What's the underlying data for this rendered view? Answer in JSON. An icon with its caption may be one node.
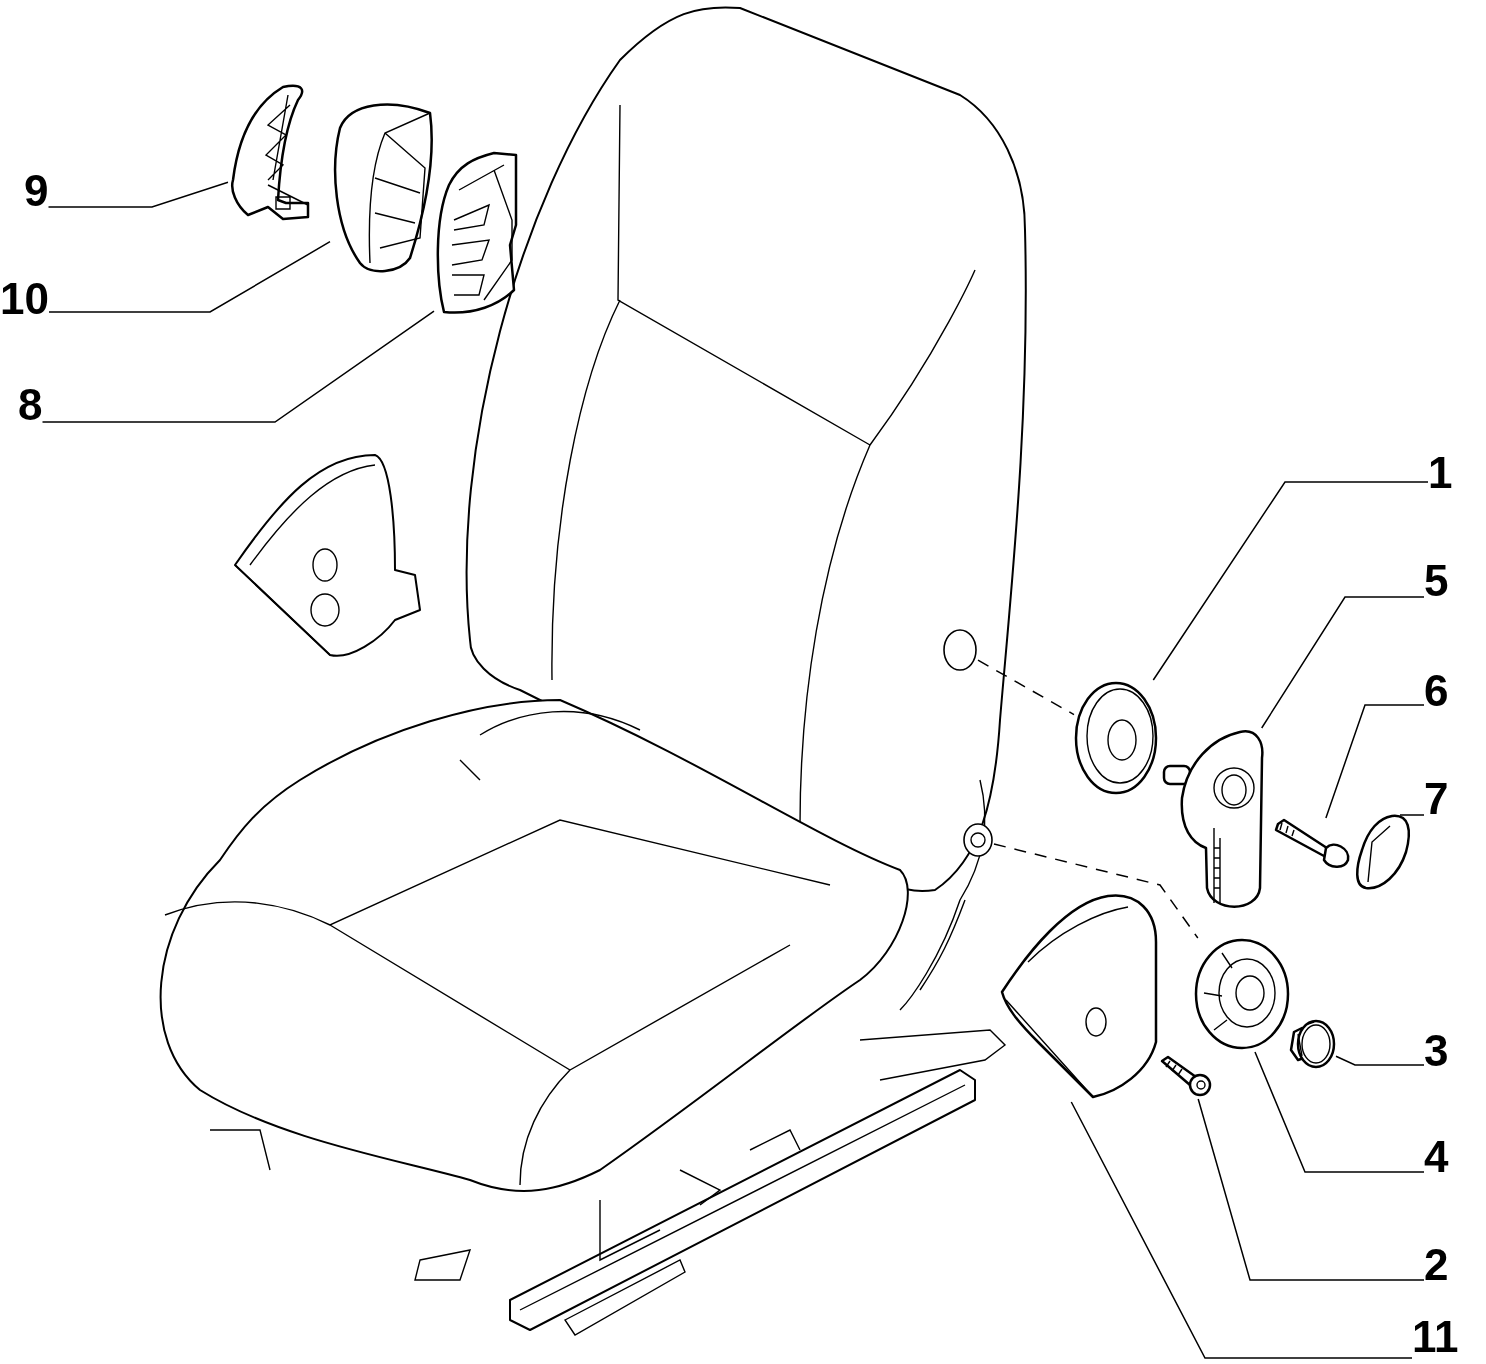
{
  "diagram": {
    "nodes": [
      {
        "text": [
          "9"
        ]
      },
      {
        "text": [],
        "shape": "picture"
      },
      {
        "text": [
          "10"
        ]
      },
      {
        "text": [],
        "shape": "picture"
      },
      {
        "text": [
          "8"
        ]
      },
      {
        "text": [],
        "shape": "picture"
      },
      {
        "text": [
          "1"
        ]
      },
      {
        "text": [],
        "shape": "picture"
      },
      {
        "text": [
          "5"
        ]
      },
      {
        "text": [],
        "shape": "picture"
      },
      {
        "text": [
          "6"
        ]
      },
      {
        "text": [],
        "shape": "picture"
      },
      {
        "text": [
          "7"
        ]
      },
      {
        "text": [],
        "shape": "picture"
      },
      {
        "text": [
          "3"
        ]
      },
      {
        "text": [],
        "shape": "picture"
      },
      {
        "text": [
          "4"
        ]
      },
      {
        "text": [],
        "shape": "picture"
      },
      {
        "text": [
          "2"
        ]
      },
      {
        "text": [],
        "shape": "picture"
      },
      {
        "text": [
          "11"
        ]
      },
      {
        "text": [],
        "shape": "picture"
      },
      {
        "text": [],
        "shape": "circle"
      },
      {
        "text": [],
        "shape": "circle"
      }
    ],
    "edges": [
      {
        "from": 0,
        "to": 1,
        "arrow": "none"
      },
      {
        "from": 2,
        "to": 3,
        "arrow": "none"
      },
      {
        "from": 4,
        "to": 5,
        "arrow": "none"
      },
      {
        "from": 6,
        "to": 7,
        "arrow": "none"
      },
      {
        "from": 8,
        "to": 9,
        "arrow": "none"
      },
      {
        "from": 10,
        "to": 11,
        "arrow": "none"
      },
      {
        "from": 12,
        "to": 13,
        "arrow": "none"
      },
      {
        "from": 14,
        "to": 15,
        "arrow": "none"
      },
      {
        "from": 16,
        "to": 17,
        "arrow": "none"
      },
      {
        "from": 18,
        "to": 19,
        "arrow": "none"
      },
      {
        "from": 20,
        "to": 21,
        "arrow": "none"
      },
      {
        "from": 22,
        "to": 7,
        "arrow": "none",
        "style": "dashed"
      },
      {
        "from": 23,
        "to": 17,
        "arrow": "none",
        "style": "dashed"
      }
    ]
  }
}
